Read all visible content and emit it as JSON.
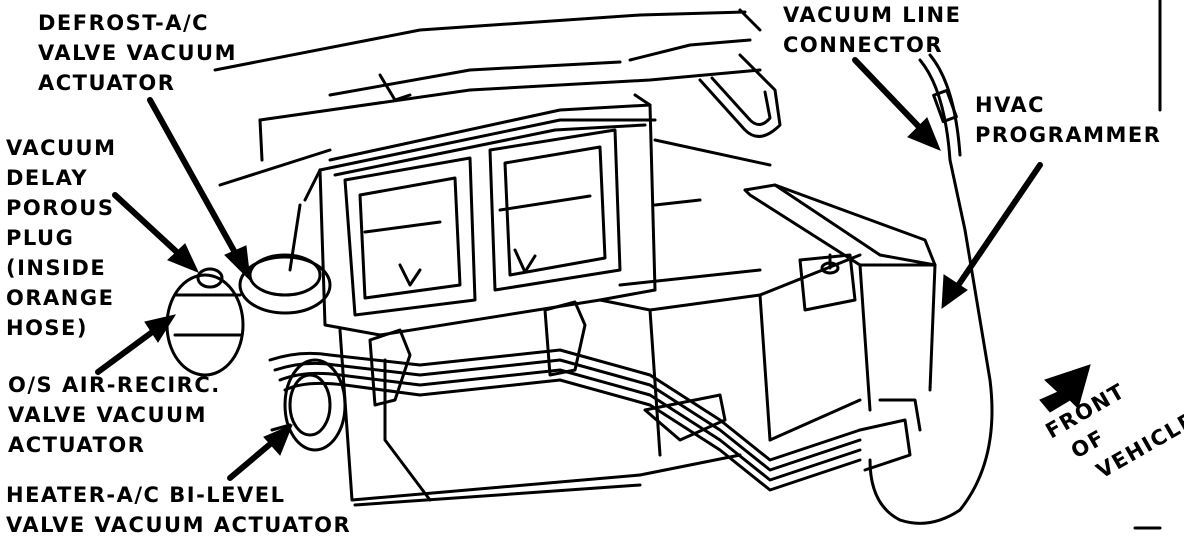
{
  "labels": {
    "defrost": [
      "DEFROST-A/C",
      "VALVE VACUUM",
      "ACTUATOR"
    ],
    "vacuum_delay": [
      "VACUUM",
      "DELAY",
      "POROUS",
      "PLUG",
      "(INSIDE",
      "ORANGE",
      "HOSE)"
    ],
    "os_air": [
      "O/S AIR-RECIRC.",
      "VALVE VACUUM",
      "ACTUATOR"
    ],
    "heater_ac": [
      "HEATER-A/C BI-LEVEL",
      "VALVE VACUUM ACTUATOR"
    ],
    "vacuum_line": [
      "VACUUM LINE",
      "CONNECTOR"
    ],
    "hvac": [
      "HVAC",
      "PROGRAMMER"
    ],
    "front": [
      "FRONT",
      "OF",
      "VEHICLE"
    ]
  }
}
